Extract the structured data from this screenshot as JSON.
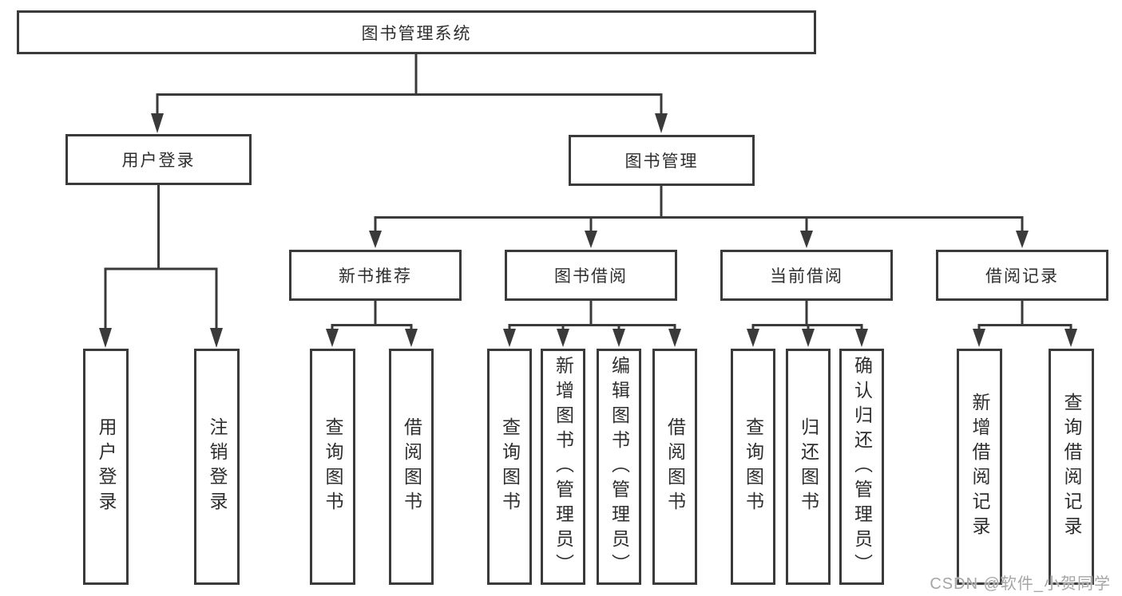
{
  "tree": {
    "root": {
      "label": "图书管理系统",
      "children": [
        {
          "label": "用户登录",
          "children": [
            {
              "label": "用户登录"
            },
            {
              "label": "注销登录"
            }
          ]
        },
        {
          "label": "图书管理",
          "children": [
            {
              "label": "新书推荐",
              "children": [
                {
                  "label": "查询图书"
                },
                {
                  "label": "借阅图书"
                }
              ]
            },
            {
              "label": "图书借阅",
              "children": [
                {
                  "label": "查询图书"
                },
                {
                  "label": "新增图书（管理员）"
                },
                {
                  "label": "编辑图书（管理员）"
                },
                {
                  "label": "借阅图书"
                }
              ]
            },
            {
              "label": "当前借阅",
              "children": [
                {
                  "label": "查询图书"
                },
                {
                  "label": "归还图书"
                },
                {
                  "label": "确认归还（管理员）"
                }
              ]
            },
            {
              "label": "借阅记录",
              "children": [
                {
                  "label": "新增借阅记录"
                },
                {
                  "label": "查询借阅记录"
                }
              ]
            }
          ]
        }
      ]
    }
  },
  "watermark": {
    "text": "CSDN @软件_小贺同学"
  },
  "colors": {
    "line": "#3a3a3a",
    "text": "#2e2e2e",
    "watermark": "#a6a6a6",
    "background": "#ffffff"
  }
}
